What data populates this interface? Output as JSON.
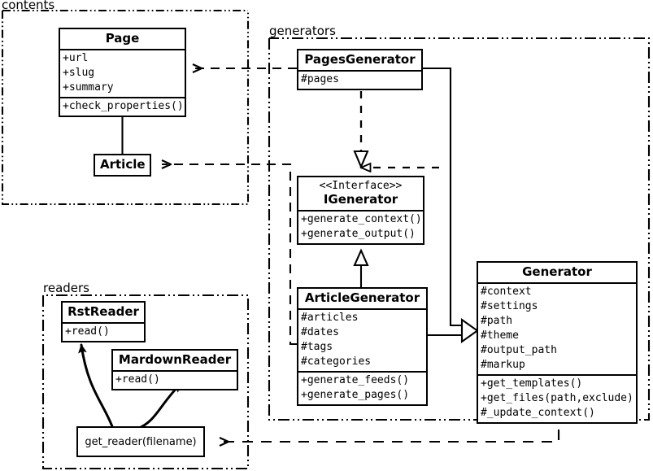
{
  "diagram": {
    "title": "UML class diagram",
    "background": "#ffffff",
    "stroke": "#000000"
  },
  "packages": [
    {
      "name": "contents",
      "label": "contents"
    },
    {
      "name": "generators",
      "label": "generators"
    },
    {
      "name": "readers",
      "label": "readers"
    }
  ],
  "classes": {
    "page": {
      "name": "Page",
      "attributes": [
        "+url",
        "+slug",
        "+summary"
      ],
      "operations": [
        "+check_properties()"
      ]
    },
    "article": {
      "name": "Article",
      "attributes": [],
      "operations": []
    },
    "pages_generator": {
      "name": "PagesGenerator",
      "attributes": [
        "#pages"
      ],
      "operations": []
    },
    "igenerator": {
      "stereotype": "<<Interface>>",
      "name": "IGenerator",
      "attributes": [],
      "operations": [
        "+generate_context()",
        "+generate_output()"
      ]
    },
    "article_generator": {
      "name": "ArticleGenerator",
      "attributes": [
        "#articles",
        "#dates",
        "#tags",
        "#categories"
      ],
      "operations": [
        "+generate_feeds()",
        "+generate_pages()"
      ]
    },
    "generator": {
      "name": "Generator",
      "attributes": [
        "#context",
        "#settings",
        "#path",
        "#theme",
        "#output_path",
        "#markup"
      ],
      "operations": [
        "+get_templates()",
        "+get_files(path,exclude)",
        "#_update_context()"
      ]
    },
    "rst_reader": {
      "name": "RstReader",
      "attributes": [],
      "operations": [
        "+read()"
      ]
    },
    "mardown_reader": {
      "name": "MardownReader",
      "attributes": [],
      "operations": [
        "+read()"
      ]
    },
    "get_reader": {
      "name": "get_reader(filename)"
    }
  },
  "relations": [
    {
      "name": "article-inherits-page",
      "type": "generalization",
      "from": "Article",
      "to": "Page"
    },
    {
      "name": "pagesgenerator-realizes-igenerator",
      "type": "realization",
      "from": "PagesGenerator",
      "to": "IGenerator"
    },
    {
      "name": "articlegenerator-inherits-igenerator",
      "type": "generalization",
      "from": "ArticleGenerator",
      "to": "IGenerator"
    },
    {
      "name": "pagesgenerator-inherits-generator",
      "type": "generalization",
      "from": "PagesGenerator",
      "to": "Generator"
    },
    {
      "name": "articlegenerator-inherits-generator",
      "type": "generalization",
      "from": "ArticleGenerator",
      "to": "Generator"
    },
    {
      "name": "pagesgenerator-depends-page",
      "type": "dependency",
      "from": "PagesGenerator",
      "to": "Page"
    },
    {
      "name": "articlegenerator-depends-article",
      "type": "dependency",
      "from": "ArticleGenerator",
      "to": "Article"
    },
    {
      "name": "generator-depends-get-reader",
      "type": "dependency",
      "from": "Generator",
      "to": "get_reader(filename)"
    },
    {
      "name": "get-reader-creates-rstreader",
      "type": "creates",
      "from": "get_reader(filename)",
      "to": "RstReader"
    },
    {
      "name": "get-reader-creates-mardownreader",
      "type": "creates",
      "from": "get_reader(filename)",
      "to": "MardownReader"
    }
  ]
}
